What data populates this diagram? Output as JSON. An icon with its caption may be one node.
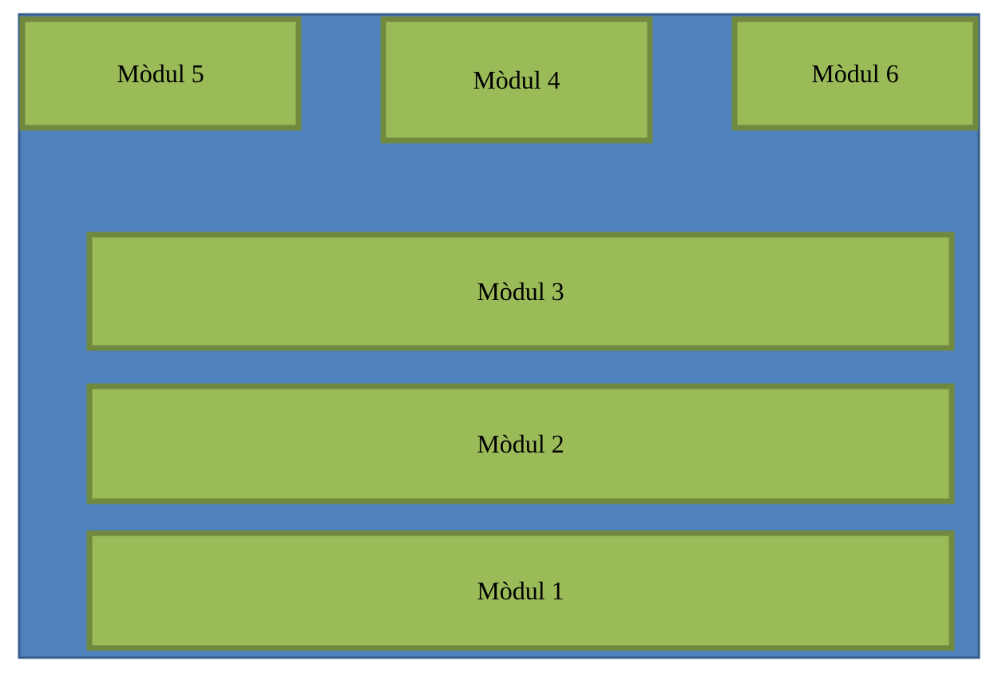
{
  "diagram": {
    "nodes": [
      {
        "text": [],
        "shape": "box"
      },
      {
        "text": [
          "Mòdul 5"
        ],
        "in": 0
      },
      {
        "text": [
          "Mòdul 4"
        ],
        "in": 0
      },
      {
        "text": [
          "Mòdul 6"
        ],
        "in": 0
      },
      {
        "text": [
          "Mòdul 3"
        ],
        "in": 0
      },
      {
        "text": [
          "Mòdul 2"
        ],
        "in": 0
      },
      {
        "text": [
          "Mòdul 1"
        ],
        "in": 0
      }
    ]
  }
}
